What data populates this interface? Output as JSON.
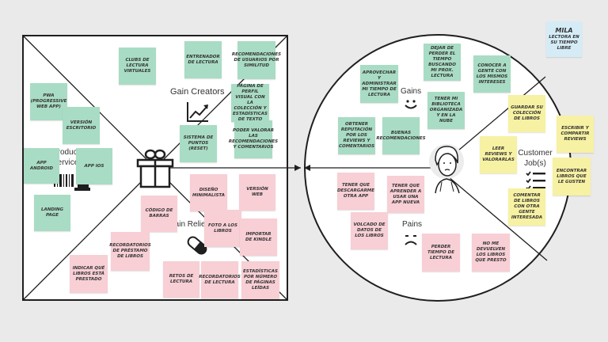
{
  "value_map": {
    "labels": {
      "gain_creators": "Gain Creators",
      "products_services": "Products & Services",
      "pain_relievers": "Pain Relievers"
    },
    "green_notes": [
      "Clubs de lectura virtuales",
      "Entrenador de lectura",
      "Recomendaciones de usuarios por similitud",
      "PWA (Progressive Web App)",
      "Versión escritorio",
      "Página de perfil visual con la colección y estadísticas de texto",
      "App Android",
      "App iOS",
      "Sistema de puntos (reset)",
      "Poder valorar las recomendaciones y comentarios",
      "Landing page"
    ],
    "pink_notes": [
      "Diseño minimalista",
      "Versión web",
      "Código de barras",
      "Foto a los libros",
      "Recordatorios de préstamo de libros",
      "Importar de Kindle",
      "Indicar qué libros está prestado",
      "Retos de lectura",
      "Recordatorios de lectura",
      "Estadísticas por número de páginas leídas"
    ]
  },
  "customer_profile": {
    "labels": {
      "gains": "Gains",
      "pains": "Pains",
      "customer_jobs": "Customer Job(s)"
    },
    "green_notes": [
      "Dejar de perder el tiempo buscando mi prox. lectura",
      "Aprovechar y administrar mi tiempo de lectura",
      "Conocer a gente con los mismos intereses",
      "Tener mi biblioteca organizada y en la nube",
      "Obtener reputación por los reviews y comentarios",
      "Buenas recomendaciones"
    ],
    "pink_notes": [
      "Tener que descargarme otra app",
      "Tener que aprender a usar una app nueva",
      "Volcado de datos de los libros",
      "Perder tiempo de lectura",
      "No me devuelven los libros que presto"
    ],
    "yellow_notes": [
      "Guardar su colección de libros",
      "Escribir y compartir reviews",
      "Leer reviews y valorarlas",
      "Encontrar libros que le gusten",
      "Comentar de libros con otra gente interesada"
    ]
  },
  "persona": {
    "name": "Mila",
    "description": "Lectora en su tiempo libre"
  },
  "colors": {
    "green": "#a9dcc4",
    "pink": "#f7cfd5",
    "yellow": "#f7f1a3",
    "blue": "#d5ecf7",
    "background": "#eaeaea",
    "canvas": "#ffffff",
    "line": "#1f1f1f"
  },
  "icons": [
    "gift-icon",
    "chart-up-icon",
    "barcode-icon",
    "pill-icon",
    "smile-icon",
    "frown-icon",
    "checklist-icon",
    "persona-avatar"
  ]
}
